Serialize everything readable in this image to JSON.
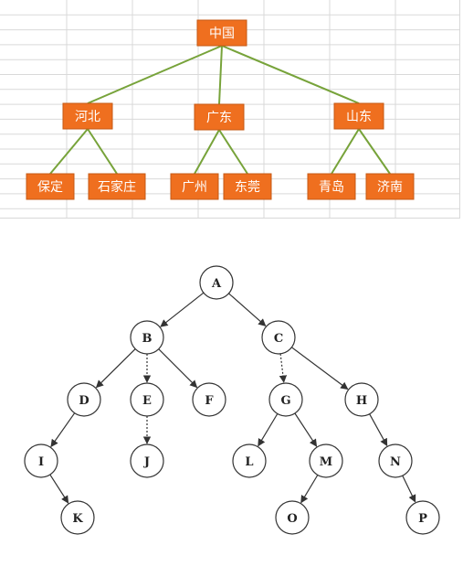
{
  "colors": {
    "box_fill": "#ef6f1f",
    "box_stroke": "#c55a15",
    "box_text": "#ffffff",
    "connector": "#77a33a",
    "grid_line": "#d9d9d9",
    "circle_stroke": "#333333",
    "arrow": "#333333"
  },
  "org_chart": {
    "root": "中国",
    "provinces": [
      {
        "name": "河北",
        "cities": [
          "保定",
          "石家庄"
        ]
      },
      {
        "name": "广东",
        "cities": [
          "广州",
          "东莞"
        ]
      },
      {
        "name": "山东",
        "cities": [
          "青岛",
          "济南"
        ]
      }
    ]
  },
  "letter_tree": {
    "nodes": [
      "A",
      "B",
      "C",
      "D",
      "E",
      "F",
      "G",
      "H",
      "I",
      "J",
      "K",
      "L",
      "M",
      "N",
      "O",
      "P"
    ],
    "edges": [
      [
        "A",
        "B"
      ],
      [
        "A",
        "C"
      ],
      [
        "B",
        "D"
      ],
      [
        "B",
        "E"
      ],
      [
        "B",
        "F"
      ],
      [
        "C",
        "G"
      ],
      [
        "C",
        "H"
      ],
      [
        "D",
        "I"
      ],
      [
        "E",
        "J"
      ],
      [
        "G",
        "L"
      ],
      [
        "G",
        "M"
      ],
      [
        "H",
        "N"
      ],
      [
        "I",
        "K"
      ],
      [
        "M",
        "O"
      ],
      [
        "N",
        "P"
      ]
    ]
  }
}
